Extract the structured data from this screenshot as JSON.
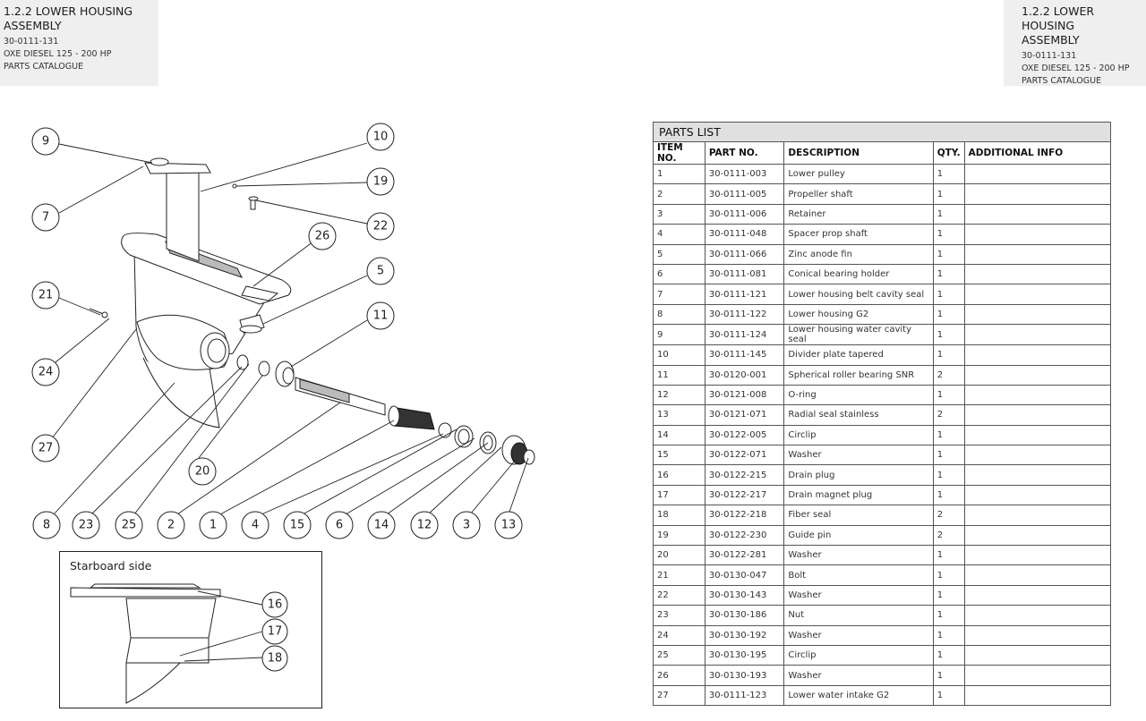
{
  "header": {
    "title_line1": "1.2.2 LOWER HOUSING",
    "title_line2": "ASSEMBLY",
    "code": "30-0111-131",
    "product": "OXE DIESEL 125 - 200 HP",
    "catalogue": "PARTS CATALOGUE"
  },
  "inset": {
    "label": "Starboard side"
  },
  "callouts": [
    "9",
    "7",
    "10",
    "19",
    "22",
    "26",
    "5",
    "21",
    "11",
    "24",
    "27",
    "20",
    "8",
    "23",
    "25",
    "2",
    "1",
    "4",
    "15",
    "6",
    "14",
    "12",
    "3",
    "13",
    "16",
    "17",
    "18"
  ],
  "parts_list": {
    "title": "PARTS LIST",
    "columns": [
      "ITEM NO.",
      "PART NO.",
      "DESCRIPTION",
      "QTY.",
      "ADDITIONAL INFO"
    ],
    "rows": [
      [
        "1",
        "30-0111-003",
        "Lower pulley",
        "1",
        ""
      ],
      [
        "2",
        "30-0111-005",
        "Propeller shaft",
        "1",
        ""
      ],
      [
        "3",
        "30-0111-006",
        "Retainer",
        "1",
        ""
      ],
      [
        "4",
        "30-0111-048",
        "Spacer prop shaft",
        "1",
        ""
      ],
      [
        "5",
        "30-0111-066",
        "Zinc anode fin",
        "1",
        ""
      ],
      [
        "6",
        "30-0111-081",
        "Conical bearing holder",
        "1",
        ""
      ],
      [
        "7",
        "30-0111-121",
        "Lower housing belt cavity seal",
        "1",
        ""
      ],
      [
        "8",
        "30-0111-122",
        "Lower housing G2",
        "1",
        ""
      ],
      [
        "9",
        "30-0111-124",
        "Lower housing water cavity seal",
        "1",
        ""
      ],
      [
        "10",
        "30-0111-145",
        "Divider plate tapered",
        "1",
        ""
      ],
      [
        "11",
        "30-0120-001",
        "Spherical roller bearing SNR",
        "2",
        ""
      ],
      [
        "12",
        "30-0121-008",
        "O-ring",
        "1",
        ""
      ],
      [
        "13",
        "30-0121-071",
        "Radial seal stainless",
        "2",
        ""
      ],
      [
        "14",
        "30-0122-005",
        "Circlip",
        "1",
        ""
      ],
      [
        "15",
        "30-0122-071",
        "Washer",
        "1",
        ""
      ],
      [
        "16",
        "30-0122-215",
        "Drain plug",
        "1",
        ""
      ],
      [
        "17",
        "30-0122-217",
        "Drain magnet plug",
        "1",
        ""
      ],
      [
        "18",
        "30-0122-218",
        "Fiber seal",
        "2",
        ""
      ],
      [
        "19",
        "30-0122-230",
        "Guide pin",
        "2",
        ""
      ],
      [
        "20",
        "30-0122-281",
        "Washer",
        "1",
        ""
      ],
      [
        "21",
        "30-0130-047",
        "Bolt",
        "1",
        ""
      ],
      [
        "22",
        "30-0130-143",
        "Washer",
        "1",
        ""
      ],
      [
        "23",
        "30-0130-186",
        "Nut",
        "1",
        ""
      ],
      [
        "24",
        "30-0130-192",
        "Washer",
        "1",
        ""
      ],
      [
        "25",
        "30-0130-195",
        "Circlip",
        "1",
        ""
      ],
      [
        "26",
        "30-0130-193",
        "Washer",
        "1",
        ""
      ],
      [
        "27",
        "30-0111-123",
        "Lower water intake G2",
        "1",
        ""
      ]
    ]
  }
}
